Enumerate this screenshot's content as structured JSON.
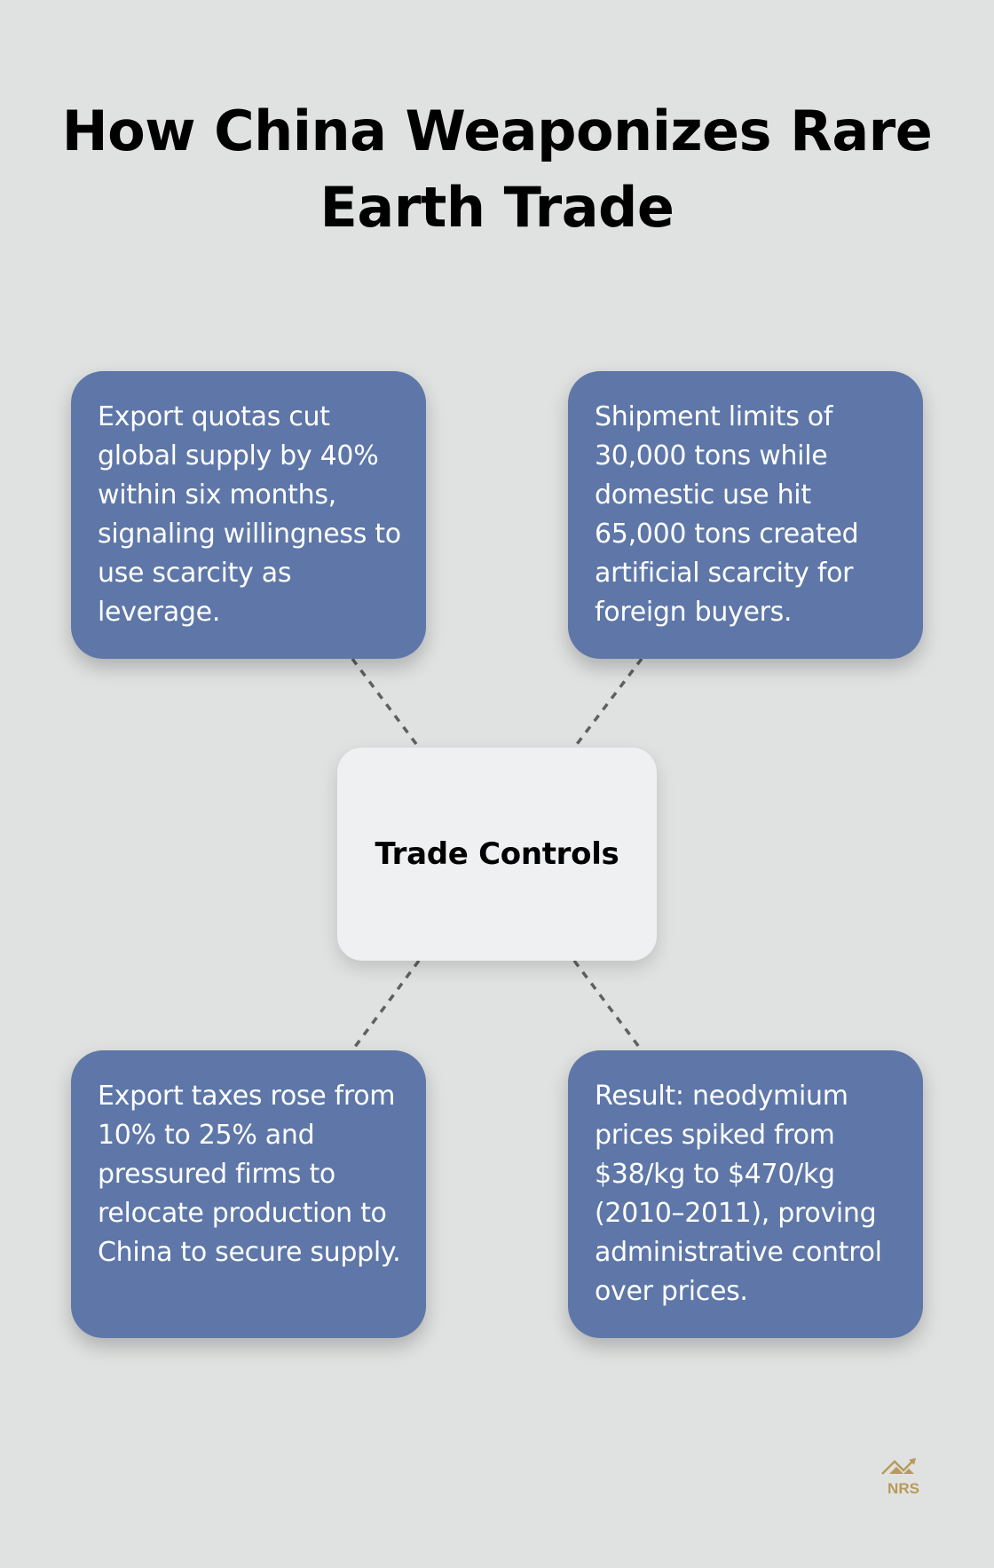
{
  "title": {
    "line1": "How China Weaponizes Rare",
    "line2": "Earth Trade"
  },
  "center": {
    "label": "Trade Controls"
  },
  "cards": [
    {
      "position": "top-left",
      "text": "Export quotas cut global supply by 40% within six months, signaling willingness to use scarcity as leverage."
    },
    {
      "position": "top-right",
      "text": "Shipment limits of 30,000 tons while domestic use hit 65,000 tons created artificial scarcity for foreign buyers."
    },
    {
      "position": "bottom-left",
      "text": "Export taxes rose from 10% to 25% and pressured firms to relocate production to China to secure supply."
    },
    {
      "position": "bottom-right",
      "text": "Result: neodymium prices spiked from $38/kg to $470/kg (2010–2011), proving administrative control over prices."
    }
  ],
  "logo": {
    "text": "NRS",
    "icon": "mountain-chart-arrow-icon"
  },
  "colors": {
    "background": "#e0e2e1",
    "card": "#5e77a8",
    "center": "#eff0f2",
    "connector": "#606060",
    "logo": "#b89a5a"
  }
}
